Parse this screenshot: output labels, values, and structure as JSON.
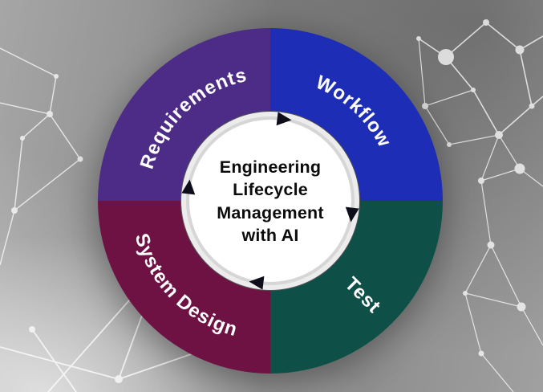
{
  "title": "Engineering Lifecycle Management with AI",
  "diagram": {
    "type": "cycle-wheel",
    "direction": "clockwise",
    "center_title_lines": [
      "Engineering",
      "Lifecycle",
      "Management",
      "with AI"
    ],
    "segments": [
      {
        "id": "requirements",
        "label": "Requirements",
        "color": "#4c2c87"
      },
      {
        "id": "workflow",
        "label": "Workflow",
        "color": "#1e2db6"
      },
      {
        "id": "test",
        "label": "Test",
        "color": "#0e4f48"
      },
      {
        "id": "system-design",
        "label": "System Design",
        "color": "#6e1244"
      }
    ],
    "label_color": "#ffffff",
    "center_circle_color": "#ffffff",
    "center_text_color": "#0c0c0c",
    "cycle_arrow_color": "#0e0e1a"
  },
  "background": {
    "base_gray": "#8d8d8d",
    "network_color": "#ffffff",
    "style": "plexus network of white nodes and lines over gray gradient"
  }
}
